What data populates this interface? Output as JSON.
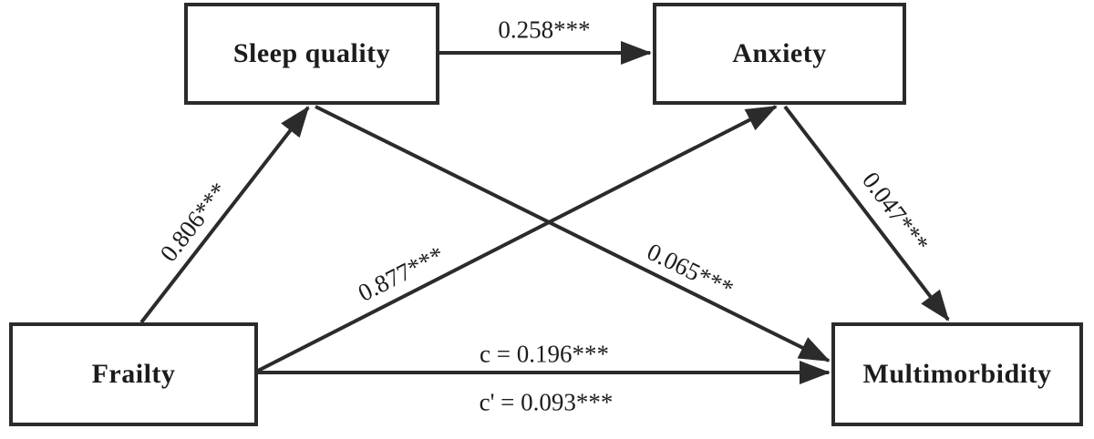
{
  "diagram": {
    "type": "mediation-path-model",
    "colors": {
      "stroke": "#2b2b2b",
      "text": "#1c1c1c",
      "background": "#ffffff"
    },
    "nodes": {
      "sleep_quality": {
        "label": "Sleep quality"
      },
      "anxiety": {
        "label": "Anxiety"
      },
      "frailty": {
        "label": "Frailty"
      },
      "multimorbidity": {
        "label": "Multimorbidity"
      }
    },
    "edges": [
      {
        "from": "Sleep quality",
        "to": "Anxiety",
        "label": "0.258***"
      },
      {
        "from": "Frailty",
        "to": "Sleep quality",
        "label": "0.806***"
      },
      {
        "from": "Frailty",
        "to": "Anxiety",
        "label": "0.877***"
      },
      {
        "from": "Sleep quality",
        "to": "Multimorbidity",
        "label": "0.065***"
      },
      {
        "from": "Anxiety",
        "to": "Multimorbidity",
        "label": "0.047***"
      },
      {
        "from": "Frailty",
        "to": "Multimorbidity",
        "label_above": "c = 0.196***",
        "label_below": "c' = 0.093***"
      }
    ]
  }
}
